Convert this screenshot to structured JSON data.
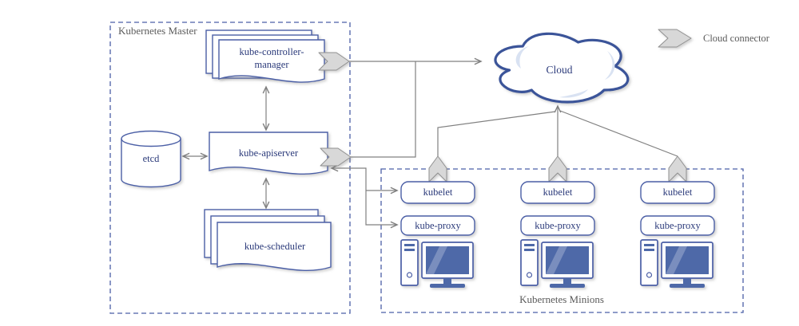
{
  "colors": {
    "node_stroke": "#4b5fa6",
    "node_text": "#2b3a7a",
    "section_label": "#5b5b5b",
    "line": "#808080",
    "connector_fill": "#d8d8d8",
    "connector_stroke": "#909090",
    "cloud_stroke": "#3b5499",
    "cloud_shade": "#d9e2f2",
    "screen_fill": "#4e69a8",
    "background": "#ffffff"
  },
  "icons": {
    "legend": "cloud-connector-chevron",
    "minion_machine": "computer-workstation"
  },
  "master": {
    "label": "Kubernetes Master",
    "controller": "kube-controller-manager",
    "etcd": "etcd",
    "apiserver": "kube-apiserver",
    "scheduler": "kube-scheduler"
  },
  "cloud": {
    "label": "Cloud"
  },
  "legend": {
    "label": "Cloud connector"
  },
  "minions": {
    "label": "Kubernetes Minions",
    "nodes": [
      {
        "kubelet": "kubelet",
        "proxy": "kube-proxy"
      },
      {
        "kubelet": "kubelet",
        "proxy": "kube-proxy"
      },
      {
        "kubelet": "kubelet",
        "proxy": "kube-proxy"
      }
    ]
  }
}
